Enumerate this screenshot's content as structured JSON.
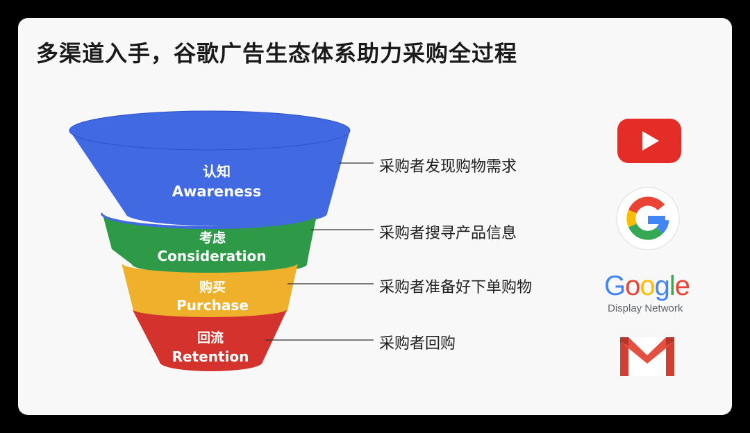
{
  "title": "多渠道入手，谷歌广告生态体系助力采购全过程",
  "stages": [
    {
      "cn": "认知",
      "en": "Awareness",
      "color": "#4169e1",
      "desc": "采购者发现购物需求"
    },
    {
      "cn": "考虑",
      "en": "Consideration",
      "color": "#2e9a48",
      "desc": "采购者搜寻产品信息"
    },
    {
      "cn": "购买",
      "en": "Purchase",
      "color": "#efb02b",
      "desc": "采购者准备好下单购物"
    },
    {
      "cn": "回流",
      "en": "Retention",
      "color": "#d4322c",
      "desc": "采购者回购"
    }
  ],
  "logos": {
    "youtube": "youtube-logo",
    "google": "google-g-logo",
    "display_network": {
      "word": [
        "G",
        "o",
        "o",
        "g",
        "l",
        "e"
      ],
      "sub": "Display Network"
    },
    "gmail": "gmail-logo"
  }
}
